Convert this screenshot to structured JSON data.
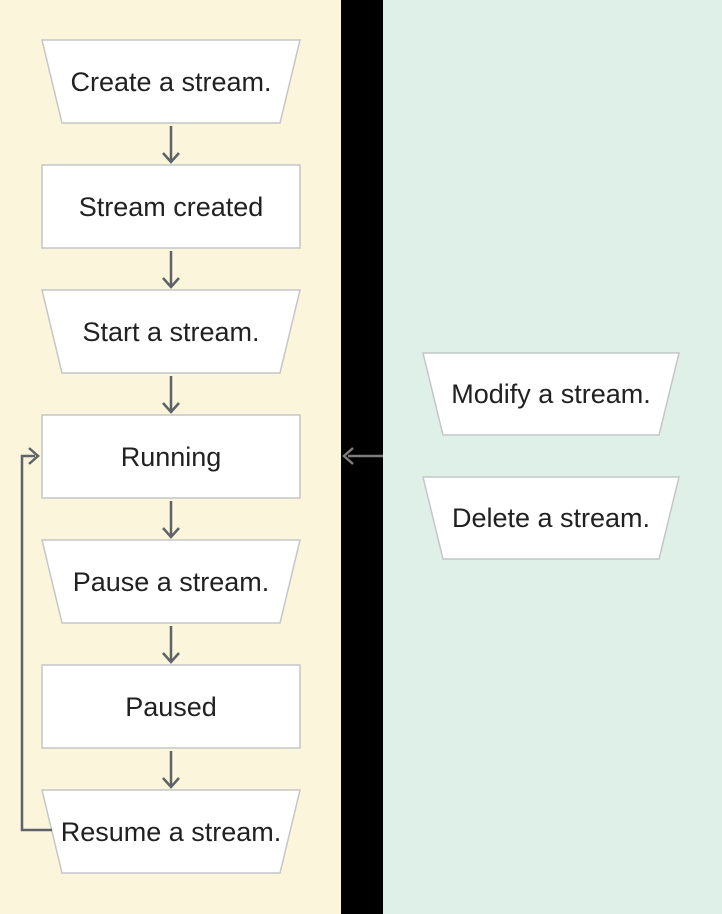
{
  "colors": {
    "lifecycle_panel_bg": "#FBF5DC",
    "actions_panel_bg": "#DFF0E8",
    "divider_bg": "#000000",
    "node_fill": "#FFFFFF",
    "node_border": "#C4C6C8",
    "flow_arrow": "#5F6368",
    "cross_panel_arrow": "#7D7D7D",
    "label_text": "#212121"
  },
  "lifecycle_flow": {
    "nodes": [
      {
        "id": "create",
        "shape": "trapezoid",
        "kind": "action",
        "label": "Create a stream."
      },
      {
        "id": "created",
        "shape": "rectangle",
        "kind": "state",
        "label": "Stream created"
      },
      {
        "id": "start",
        "shape": "trapezoid",
        "kind": "action",
        "label": "Start a stream."
      },
      {
        "id": "running",
        "shape": "rectangle",
        "kind": "state",
        "label": "Running"
      },
      {
        "id": "pause",
        "shape": "trapezoid",
        "kind": "action",
        "label": "Pause a stream."
      },
      {
        "id": "paused",
        "shape": "rectangle",
        "kind": "state",
        "label": "Paused"
      },
      {
        "id": "resume",
        "shape": "trapezoid",
        "kind": "action",
        "label": "Resume a stream."
      }
    ],
    "edges": [
      {
        "from": "create",
        "to": "created",
        "type": "down-arrow"
      },
      {
        "from": "created",
        "to": "start",
        "type": "down-arrow"
      },
      {
        "from": "start",
        "to": "running",
        "type": "down-arrow"
      },
      {
        "from": "running",
        "to": "pause",
        "type": "down-arrow"
      },
      {
        "from": "pause",
        "to": "paused",
        "type": "down-arrow"
      },
      {
        "from": "paused",
        "to": "resume",
        "type": "down-arrow"
      },
      {
        "from": "resume",
        "to": "running",
        "type": "loop-left-side"
      }
    ]
  },
  "actions": {
    "nodes": [
      {
        "id": "modify",
        "shape": "trapezoid",
        "kind": "action",
        "label": "Modify a stream."
      },
      {
        "id": "delete",
        "shape": "trapezoid",
        "kind": "action",
        "label": "Delete a stream."
      }
    ],
    "edges": [
      {
        "from": "actions-panel",
        "to": "running",
        "type": "left-arrow"
      }
    ]
  }
}
